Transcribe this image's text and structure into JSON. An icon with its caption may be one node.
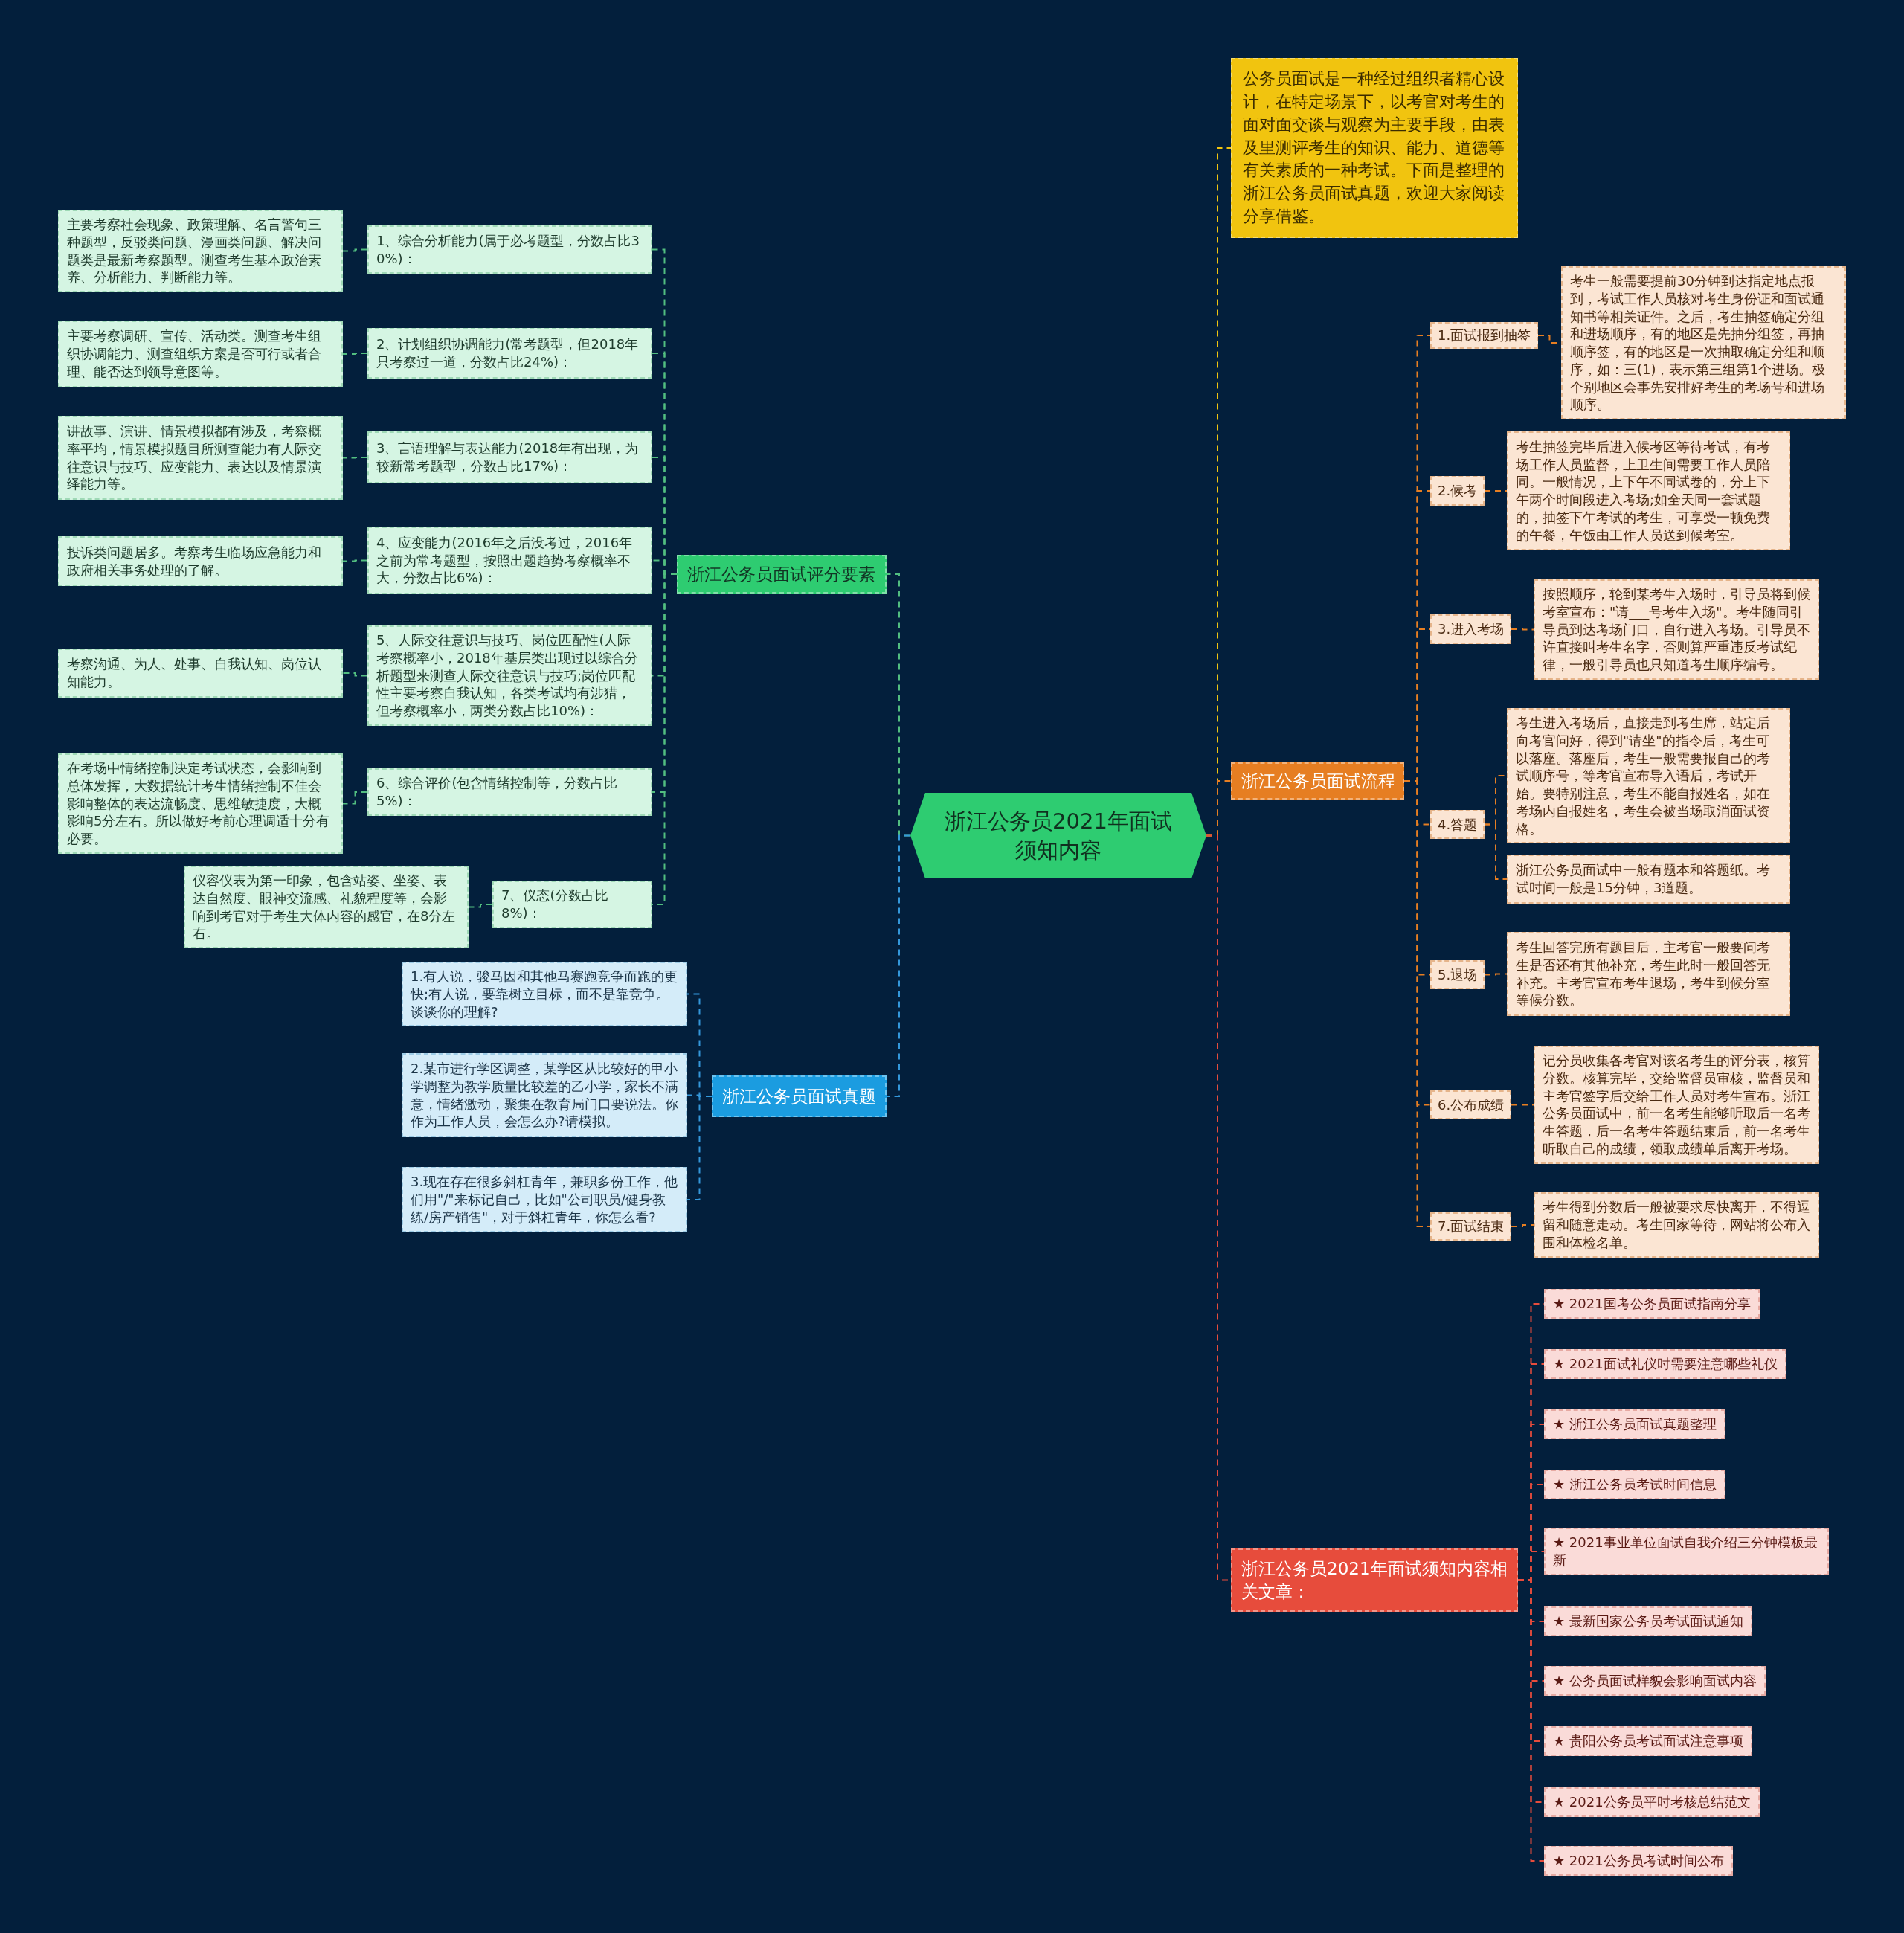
{
  "diagram": {
    "nodes": [
      {
        "text": [
          "浙江公务员2021年面试须知内容"
        ]
      },
      {
        "text": [
          "浙江公务员面试评分要素"
        ]
      },
      {
        "text": [
          "1、综合分析能力(属于必考题型，分数占比30%)："
        ]
      },
      {
        "text": [
          "2、计划组织协调能力(常考题型，但2018年只考察过一道，分数占比24%)："
        ]
      },
      {
        "text": [
          "3、言语理解与表达能力(2018年有出现，为较新常考题型，分数占比17%)："
        ]
      },
      {
        "text": [
          "4、应变能力(2016年之后没考过，2016年之前为常考题型，按照出题趋势考察概率不大，分数占比6%)："
        ]
      },
      {
        "text": [
          "5、人际交往意识与技巧、岗位匹配性(人际考察概率小，2018年基层类出现过以综合分析题型来测查人际交往意识与技巧;岗位匹配性主要考察自我认知，各类考试均有涉猎，但考察概率小，两类分数占比10%)："
        ]
      },
      {
        "text": [
          "6、综合评价(包含情绪控制等，分数占比5%)："
        ]
      },
      {
        "text": [
          "7、仪态(分数占比8%)："
        ]
      },
      {
        "text": [
          "主要考察社会现象、政策理解、名言警句三种题型，反驳类问题、漫画类问题、解决问题类是最新考察题型。测查考生基本政治素养、分析能力、判断能力等。"
        ]
      },
      {
        "text": [
          "主要考察调研、宣传、活动类。测查考生组织协调能力、测查组织方案是否可行或者合理、能否达到领导意图等。"
        ]
      },
      {
        "text": [
          "讲故事、演讲、情景模拟都有涉及，考察概率平均，情景模拟题目所测查能力有人际交往意识与技巧、应变能力、表达以及情景演绎能力等。"
        ]
      },
      {
        "text": [
          "投诉类问题居多。考察考生临场应急能力和政府相关事务处理的了解。"
        ]
      },
      {
        "text": [
          "考察沟通、为人、处事、自我认知、岗位认知能力。"
        ]
      },
      {
        "text": [
          "在考场中情绪控制决定考试状态，会影响到总体发挥，大数据统计考生情绪控制不佳会影响整体的表达流畅度、思维敏捷度，大概影响5分左右。所以做好考前心理调适十分有必要。"
        ]
      },
      {
        "text": [
          "仪容仪表为第一印象，包含站姿、坐姿、表达自然度、眼神交流感、礼貌程度等，会影响到考官对于考生大体内容的感官，在8分左右。"
        ]
      },
      {
        "text": [
          "浙江公务员面试真题"
        ]
      },
      {
        "text": [
          "1.有人说，骏马因和其他马赛跑竞争而跑的更快;有人说，要靠树立目标，而不是靠竞争。谈谈你的理解?"
        ]
      },
      {
        "text": [
          "2.某市进行学区调整，某学区从比较好的甲小学调整为教学质量比较差的乙小学，家长不满意，情绪激动，聚集在教育局门口要说法。你作为工作人员，会怎么办?请模拟。"
        ]
      },
      {
        "text": [
          "3.现在存在很多斜杠青年，兼职多份工作，他们用\"/\"来标记自己，比如\"公司职员/健身教练/房产销售\"，对于斜杠青年，你怎么看?"
        ]
      },
      {
        "text": [
          "公务员面试是一种经过组织者精心设计，在特定场景下，以考官对考生的面对面交谈与观察为主要手段，由表及里测评考生的知识、能力、道德等有关素质的一种考试。下面是整理的浙江公务员面试真题，欢迎大家阅读分享借鉴。"
        ]
      },
      {
        "text": [
          "浙江公务员面试流程"
        ]
      },
      {
        "text": [
          "1.面试报到抽签"
        ]
      },
      {
        "text": [
          "2.候考"
        ]
      },
      {
        "text": [
          "3.进入考场"
        ]
      },
      {
        "text": [
          "4.答题"
        ]
      },
      {
        "text": [
          "5.退场"
        ]
      },
      {
        "text": [
          "6.公布成绩"
        ]
      },
      {
        "text": [
          "7.面试结束"
        ]
      },
      {
        "text": [
          "考生一般需要提前30分钟到达指定地点报到，考试工作人员核对考生身份证和面试通知书等相关证件。之后，考生抽签确定分组和进场顺序，有的地区是先抽分组签，再抽顺序签，有的地区是一次抽取确定分组和顺序，如：三(1)，表示第三组第1个进场。极个别地区会事先安排好考生的考场号和进场顺序。"
        ]
      },
      {
        "text": [
          "考生抽签完毕后进入候考区等待考试，有考场工作人员监督，上卫生间需要工作人员陪同。一般情况，上下午不同试卷的，分上下午两个时间段进入考场;如全天同一套试题的，抽签下午考试的考生，可享受一顿免费的午餐，午饭由工作人员送到候考室。"
        ]
      },
      {
        "text": [
          "按照顺序，轮到某考生入场时，引导员将到候考室宣布：\"请___号考生入场\"。考生随同引导员到达考场门口，自行进入考场。引导员不许直接叫考生名字，否则算严重违反考试纪律，一般引导员也只知道考生顺序编号。"
        ]
      },
      {
        "text": [
          "考生进入考场后，直接走到考生席，站定后向考官问好，得到\"请坐\"的指令后，考生可以落座。落座后，考生一般需要报自己的考试顺序号，等考官宣布导入语后，考试开始。要特别注意，考生不能自报姓名，如在考场内自报姓名，考生会被当场取消面试资格。"
        ]
      },
      {
        "text": [
          "浙江公务员面试中一般有题本和答题纸。考试时间一般是15分钟，3道题。"
        ]
      },
      {
        "text": [
          "考生回答完所有题目后，主考官一般要问考生是否还有其他补充，考生此时一般回答无补充。主考官宣布考生退场，考生到候分室等候分数。"
        ]
      },
      {
        "text": [
          "记分员收集各考官对该名考生的评分表，核算分数。核算完毕，交给监督员审核，监督员和主考官签字后交给工作人员对考生宣布。浙江公务员面试中，前一名考生能够听取后一名考生答题，后一名考生答题结束后，前一名考生听取自己的成绩，领取成绩单后离开考场。"
        ]
      },
      {
        "text": [
          "考生得到分数后一般被要求尽快离开，不得逗留和随意走动。考生回家等待，网站将公布入围和体检名单。"
        ]
      },
      {
        "text": [
          "浙江公务员2021年面试须知内容相关文章："
        ]
      },
      {
        "text": [
          "★ 2021国考公务员面试指南分享"
        ]
      },
      {
        "text": [
          "★ 2021面试礼仪时需要注意哪些礼仪"
        ]
      },
      {
        "text": [
          "★ 浙江公务员面试真题整理"
        ]
      },
      {
        "text": [
          "★ 浙江公务员考试时间信息"
        ]
      },
      {
        "text": [
          "★ 2021事业单位面试自我介绍三分钟模板最新"
        ]
      },
      {
        "text": [
          "★ 最新国家公务员考试面试通知"
        ]
      },
      {
        "text": [
          "★ 公务员面试样貌会影响面试内容"
        ]
      },
      {
        "text": [
          "★ 贵阳公务员考试面试注意事项"
        ]
      },
      {
        "text": [
          "★ 2021公务员平时考核总结范文"
        ]
      },
      {
        "text": [
          "★ 2021公务员考试时间公布"
        ]
      }
    ],
    "edges": [
      {
        "from": 0,
        "to": 1,
        "arrow": "none",
        "style": "dashed",
        "color": "#52be80"
      },
      {
        "from": 1,
        "to": 2,
        "arrow": "none",
        "style": "dashed",
        "color": "#52be80"
      },
      {
        "from": 1,
        "to": 3,
        "arrow": "none",
        "style": "dashed",
        "color": "#52be80"
      },
      {
        "from": 1,
        "to": 4,
        "arrow": "none",
        "style": "dashed",
        "color": "#52be80"
      },
      {
        "from": 1,
        "to": 5,
        "arrow": "none",
        "style": "dashed",
        "color": "#52be80"
      },
      {
        "from": 1,
        "to": 6,
        "arrow": "none",
        "style": "dashed",
        "color": "#52be80"
      },
      {
        "from": 1,
        "to": 7,
        "arrow": "none",
        "style": "dashed",
        "color": "#52be80"
      },
      {
        "from": 1,
        "to": 8,
        "arrow": "none",
        "style": "dashed",
        "color": "#52be80"
      },
      {
        "from": 2,
        "to": 9,
        "arrow": "none",
        "style": "dashed",
        "color": "#52be80"
      },
      {
        "from": 3,
        "to": 10,
        "arrow": "none",
        "style": "dashed",
        "color": "#52be80"
      },
      {
        "from": 4,
        "to": 11,
        "arrow": "none",
        "style": "dashed",
        "color": "#52be80"
      },
      {
        "from": 5,
        "to": 12,
        "arrow": "none",
        "style": "dashed",
        "color": "#52be80"
      },
      {
        "from": 6,
        "to": 13,
        "arrow": "none",
        "style": "dashed",
        "color": "#52be80"
      },
      {
        "from": 7,
        "to": 14,
        "arrow": "none",
        "style": "dashed",
        "color": "#52be80"
      },
      {
        "from": 8,
        "to": 15,
        "arrow": "none",
        "style": "dashed",
        "color": "#52be80"
      },
      {
        "from": 0,
        "to": 16,
        "arrow": "none",
        "style": "dashed",
        "color": "#3498db"
      },
      {
        "from": 16,
        "to": 17,
        "arrow": "none",
        "style": "dashed",
        "color": "#3498db"
      },
      {
        "from": 16,
        "to": 18,
        "arrow": "none",
        "style": "dashed",
        "color": "#3498db"
      },
      {
        "from": 16,
        "to": 19,
        "arrow": "none",
        "style": "dashed",
        "color": "#3498db"
      },
      {
        "from": 0,
        "to": 20,
        "arrow": "none",
        "style": "dashed",
        "color": "#f1c40f"
      },
      {
        "from": 0,
        "to": 21,
        "arrow": "none",
        "style": "dashed",
        "color": "#e67e22"
      },
      {
        "from": 21,
        "to": 22,
        "arrow": "none",
        "style": "dashed",
        "color": "#e67e22"
      },
      {
        "from": 21,
        "to": 23,
        "arrow": "none",
        "style": "dashed",
        "color": "#e67e22"
      },
      {
        "from": 21,
        "to": 24,
        "arrow": "none",
        "style": "dashed",
        "color": "#e67e22"
      },
      {
        "from": 21,
        "to": 25,
        "arrow": "none",
        "style": "dashed",
        "color": "#e67e22"
      },
      {
        "from": 21,
        "to": 26,
        "arrow": "none",
        "style": "dashed",
        "color": "#e67e22"
      },
      {
        "from": 21,
        "to": 27,
        "arrow": "none",
        "style": "dashed",
        "color": "#e67e22"
      },
      {
        "from": 21,
        "to": 28,
        "arrow": "none",
        "style": "dashed",
        "color": "#e67e22"
      },
      {
        "from": 22,
        "to": 29,
        "arrow": "none",
        "style": "dashed",
        "color": "#e67e22"
      },
      {
        "from": 23,
        "to": 30,
        "arrow": "none",
        "style": "dashed",
        "color": "#e67e22"
      },
      {
        "from": 24,
        "to": 31,
        "arrow": "none",
        "style": "dashed",
        "color": "#e67e22"
      },
      {
        "from": 25,
        "to": 32,
        "arrow": "none",
        "style": "dashed",
        "color": "#e67e22"
      },
      {
        "from": 25,
        "to": 33,
        "arrow": "none",
        "style": "dashed",
        "color": "#e67e22"
      },
      {
        "from": 26,
        "to": 34,
        "arrow": "none",
        "style": "dashed",
        "color": "#e67e22"
      },
      {
        "from": 27,
        "to": 35,
        "arrow": "none",
        "style": "dashed",
        "color": "#e67e22"
      },
      {
        "from": 28,
        "to": 36,
        "arrow": "none",
        "style": "dashed",
        "color": "#e67e22"
      },
      {
        "from": 0,
        "to": 37,
        "arrow": "none",
        "style": "dashed",
        "color": "#e74c3c"
      },
      {
        "from": 37,
        "to": 38,
        "arrow": "none",
        "style": "dashed",
        "color": "#e74c3c"
      },
      {
        "from": 37,
        "to": 39,
        "arrow": "none",
        "style": "dashed",
        "color": "#e74c3c"
      },
      {
        "from": 37,
        "to": 40,
        "arrow": "none",
        "style": "dashed",
        "color": "#e74c3c"
      },
      {
        "from": 37,
        "to": 41,
        "arrow": "none",
        "style": "dashed",
        "color": "#e74c3c"
      },
      {
        "from": 37,
        "to": 42,
        "arrow": "none",
        "style": "dashed",
        "color": "#e74c3c"
      },
      {
        "from": 37,
        "to": 43,
        "arrow": "none",
        "style": "dashed",
        "color": "#e74c3c"
      },
      {
        "from": 37,
        "to": 44,
        "arrow": "none",
        "style": "dashed",
        "color": "#e74c3c"
      },
      {
        "from": 37,
        "to": 45,
        "arrow": "none",
        "style": "dashed",
        "color": "#e74c3c"
      },
      {
        "from": 37,
        "to": 46,
        "arrow": "none",
        "style": "dashed",
        "color": "#e74c3c"
      },
      {
        "from": 37,
        "to": 47,
        "arrow": "none",
        "style": "dashed",
        "color": "#e74c3c"
      }
    ]
  }
}
